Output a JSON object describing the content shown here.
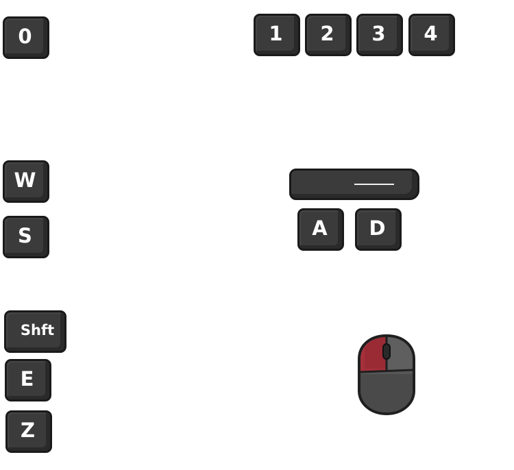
{
  "controls": {
    "keys": {
      "zero": "0",
      "one": "1",
      "two": "2",
      "three": "3",
      "four": "4",
      "w": "W",
      "s": "S",
      "a": "A",
      "d": "D",
      "shift": "Shft",
      "e": "E",
      "z": "Z"
    },
    "space_bar": "",
    "mouse": {
      "icon": "mouse-icon",
      "highlighted_button": "left"
    }
  },
  "colors": {
    "key_fill": "#3b3b3b",
    "key_border": "#1a1a1a",
    "key_text": "#ffffff",
    "mouse_highlight": "#a5303a",
    "mouse_body": "#575757"
  }
}
